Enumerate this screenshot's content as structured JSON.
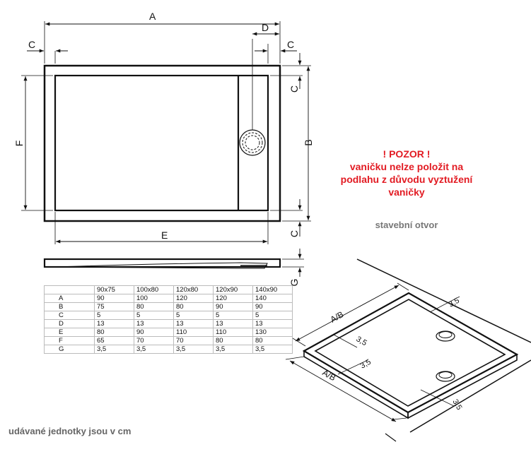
{
  "plan": {
    "dim_a": "A",
    "dim_b": "B",
    "dim_c_left": "C",
    "dim_c_right": "C",
    "dim_c_top": "C",
    "dim_c_bottom": "C",
    "dim_d": "D",
    "dim_e": "E",
    "dim_f": "F",
    "dim_g": "G"
  },
  "warning": {
    "line1": "! POZOR !",
    "line2": "vaničku nelze položit na",
    "line3": "podlahu z důvodu vyztužení",
    "line4": "vaničky"
  },
  "opening_caption": "stavební otvor",
  "perspective": {
    "dim_ab_top": "A/B",
    "dim_ab_bottom": "A/B",
    "gap_top_right": "3,5",
    "gap_left_top": "3,5",
    "gap_left_bottom": "3,5",
    "gap_bottom_right": "3,5"
  },
  "table": {
    "columns": [
      "",
      "90x75",
      "100x80",
      "120x80",
      "120x90",
      "140x90"
    ],
    "rows": [
      {
        "label": "A",
        "values": [
          "90",
          "100",
          "120",
          "120",
          "140"
        ]
      },
      {
        "label": "B",
        "values": [
          "75",
          "80",
          "80",
          "90",
          "90"
        ]
      },
      {
        "label": "C",
        "values": [
          "5",
          "5",
          "5",
          "5",
          "5"
        ]
      },
      {
        "label": "D",
        "values": [
          "13",
          "13",
          "13",
          "13",
          "13"
        ]
      },
      {
        "label": "E",
        "values": [
          "80",
          "90",
          "110",
          "110",
          "130"
        ]
      },
      {
        "label": "F",
        "values": [
          "65",
          "70",
          "70",
          "80",
          "80"
        ]
      },
      {
        "label": "G",
        "values": [
          "3,5",
          "3,5",
          "3,5",
          "3,5",
          "3,5"
        ]
      }
    ]
  },
  "units_note": "udávané jednotky jsou v cm"
}
